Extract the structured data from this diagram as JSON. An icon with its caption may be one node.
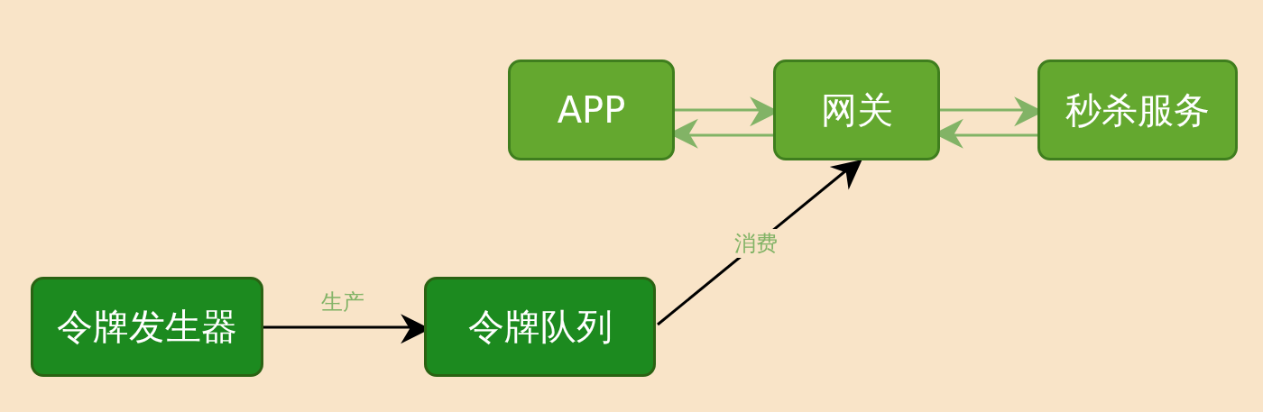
{
  "diagram": {
    "nodes": [
      {
        "text": [
          "APP"
        ]
      },
      {
        "text": [
          "网关"
        ]
      },
      {
        "text": [
          "秒杀服务"
        ]
      },
      {
        "text": [
          "令牌发生器"
        ]
      },
      {
        "text": [
          "令牌队列"
        ]
      }
    ],
    "edges": [
      {
        "from": 0,
        "to": 1,
        "arrow": "to"
      },
      {
        "from": 1,
        "to": 0,
        "arrow": "to"
      },
      {
        "from": 1,
        "to": 2,
        "arrow": "to"
      },
      {
        "from": 2,
        "to": 1,
        "arrow": "to"
      },
      {
        "from": 3,
        "to": 4,
        "arrow": "to",
        "label": "生产",
        "color": "#000000"
      },
      {
        "from": 4,
        "to": 1,
        "arrow": "to",
        "label": "消费",
        "color": "#000000"
      }
    ]
  }
}
